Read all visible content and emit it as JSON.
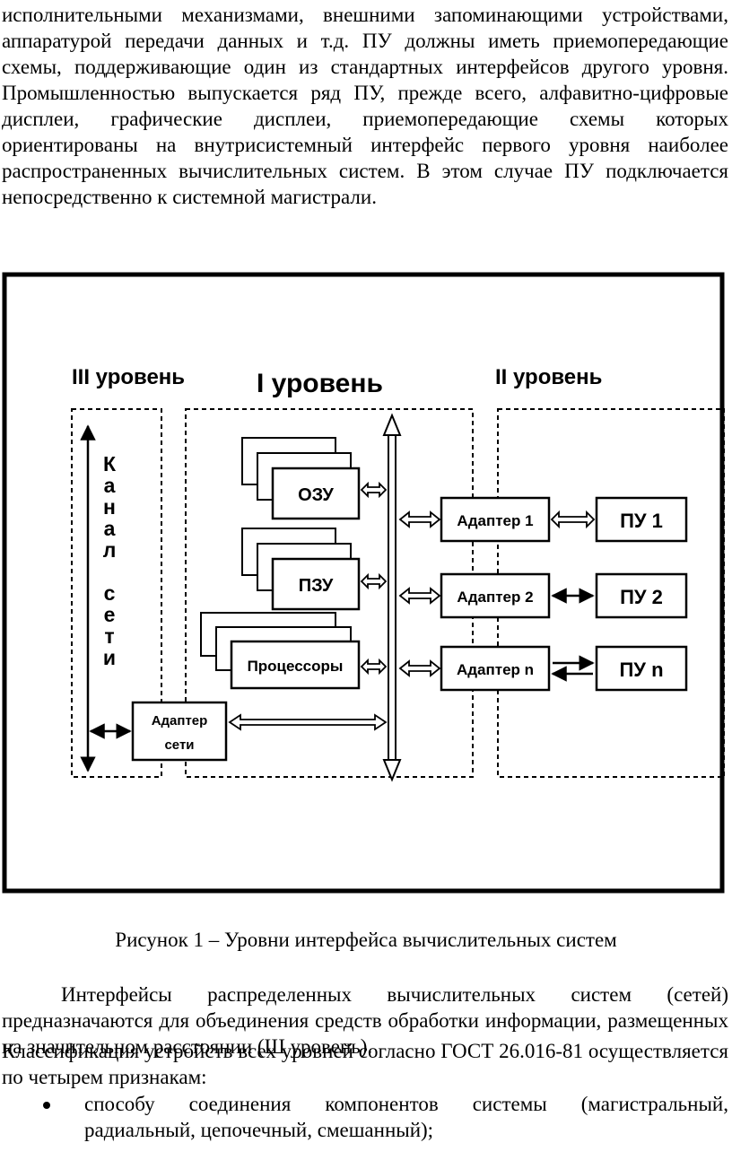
{
  "top_paragraph": "исполнительными механизмами, внешними запоминающими устройствами, аппаратурой передачи данных и т.д. ПУ должны иметь приемопередающие схемы, поддерживающие один из стандартных интерфейсов другого уровня. Промышленностью выпускается ряд ПУ, прежде всего, алфавитно-цифровые дисплеи, графические дисплеи, приемопередающие схемы которых ориентированы на внутрисистемный интерфейс первого уровня наиболее распространенных вычислительных систем. В этом случае ПУ подключается непосредственно к системной магистрали.",
  "diagram": {
    "level3_label": "III уровень",
    "level1_label": "I уровень",
    "level2_label": "II уровень",
    "channel_letters": [
      "К",
      "а",
      "н",
      "а",
      "л",
      "",
      "с",
      "е",
      "т",
      "и"
    ],
    "ozu": "ОЗУ",
    "pzu": "ПЗУ",
    "processors": "Процессоры",
    "net_adapter_line1": "Адаптер",
    "net_adapter_line2": "сети",
    "adapter_1": "Адаптер 1",
    "adapter_2": "Адаптер 2",
    "adapter_n": "Адаптер n",
    "pu_1": "ПУ 1",
    "pu_2": "ПУ 2",
    "pu_n": "ПУ n"
  },
  "caption": "Рисунок 1 – Уровни интерфейса вычислительных систем",
  "paragraph_2": "Интерфейсы распределенных вычислительных систем (сетей) предназначаются для объединения средств обработки информации, размещенных на значительном расстоянии (Ш уровень).",
  "paragraph_3": "Классификация устройств всех уровней согласно ГОСТ 26.016-81 осуществляется по четырем признакам:",
  "bullets": [
    "способу соединения компонентов системы (магистральный, радиальный, цепочечный, смешанный);"
  ]
}
